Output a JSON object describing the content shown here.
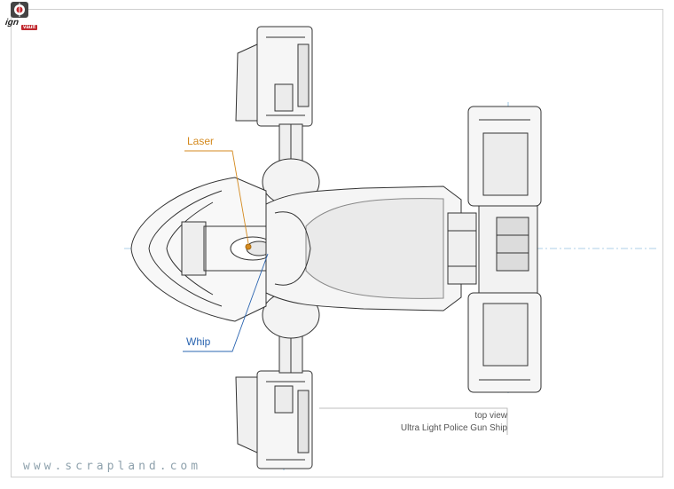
{
  "logo": {
    "text": "ign",
    "badge": "vault"
  },
  "callouts": {
    "laser": "Laser",
    "whip": "Whip"
  },
  "caption": {
    "view": "top view",
    "name": "Ultra Light Police Gun Ship"
  },
  "website": "www.scrapland.com",
  "colors": {
    "laser": "#d48a1f",
    "whip": "#2a64b0",
    "centerline": "#5aa0d0"
  }
}
